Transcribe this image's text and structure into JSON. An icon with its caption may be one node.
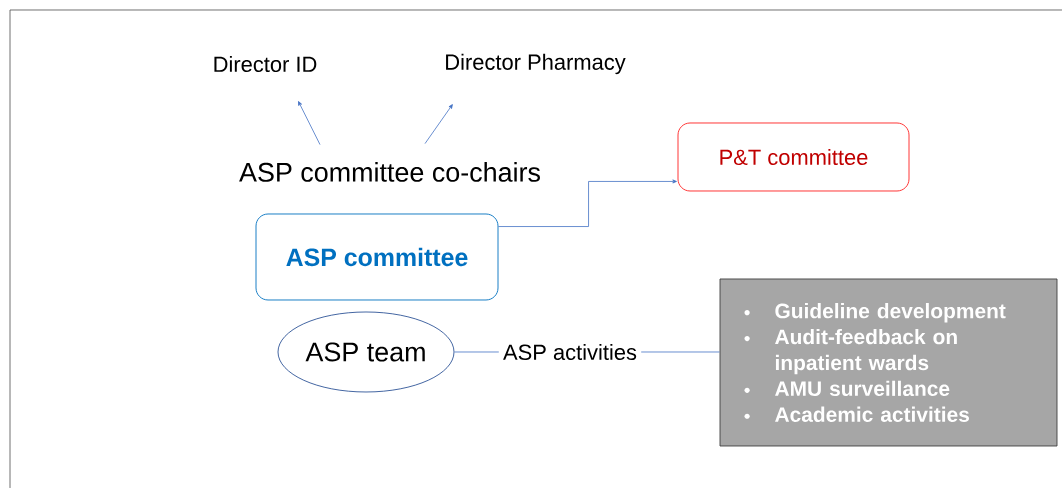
{
  "diagram": {
    "nodes": [
      {
        "text": [
          "Director ID"
        ]
      },
      {
        "text": [
          "Director Pharmacy"
        ]
      },
      {
        "text": [
          "ASP committee co-chairs"
        ]
      },
      {
        "text": [
          "ASP committee"
        ]
      },
      {
        "text": [
          "P&T committee"
        ]
      },
      {
        "text": [
          "ASP team"
        ]
      },
      {
        "text": [
          "ASP activities"
        ]
      },
      {
        "text": [
          "Guideline development",
          "Audit-feedback on inpatient wards",
          "AMU surveillance",
          "Academic activities"
        ]
      }
    ],
    "edges": [
      {
        "from": 2,
        "to": 0,
        "arrow": "to"
      },
      {
        "from": 2,
        "to": 1,
        "arrow": "to"
      },
      {
        "from": 3,
        "to": 4,
        "arrow": "to"
      },
      {
        "from": 5,
        "to": 6,
        "arrow": "none"
      },
      {
        "from": 6,
        "to": 7,
        "arrow": "none"
      }
    ]
  }
}
